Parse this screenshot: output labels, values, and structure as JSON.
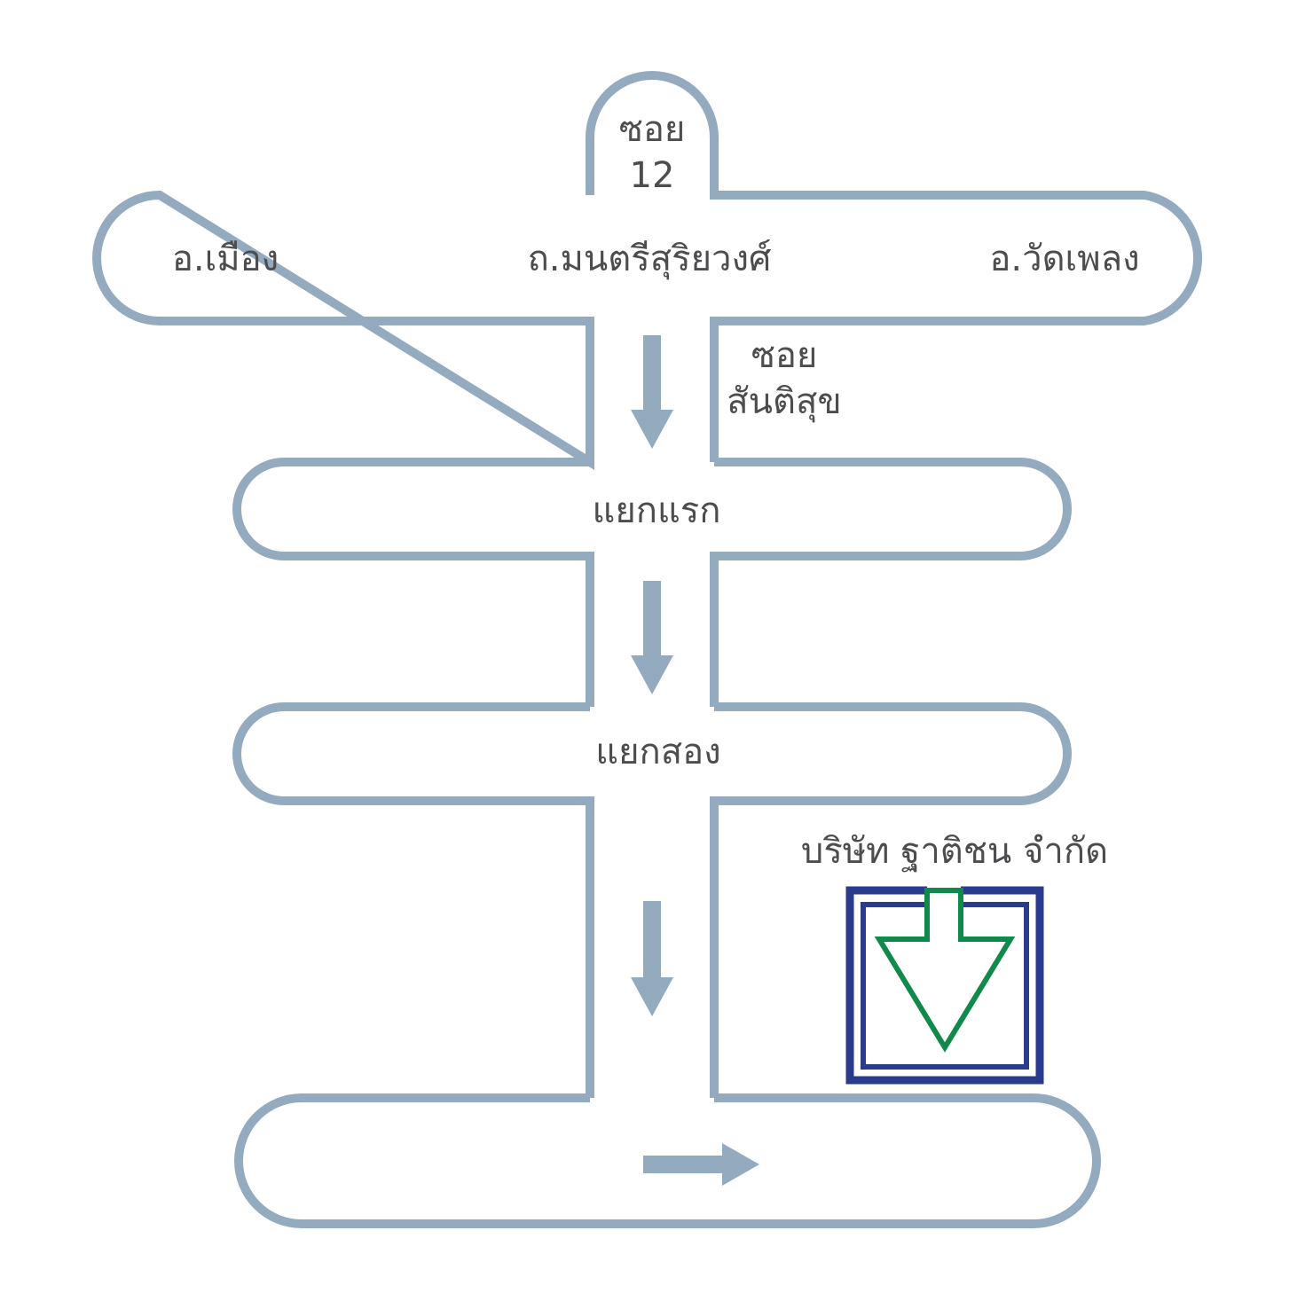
{
  "colors": {
    "background": "#ffffff",
    "road": "#94aabf",
    "text": "#4d4d4f",
    "logo_blue": "#2a3a8c",
    "logo_green": "#0f8a4a"
  },
  "labels": {
    "soi12_line1": "ซอย",
    "soi12_line2": "12",
    "left_district": "อ.เมือง",
    "main_road": "ถ.มนตรีสุริยวงศ์",
    "right_district": "อ.วัดเพลง",
    "santisuk_line1": "ซอย",
    "santisuk_line2": "สันติสุข",
    "first_junction": "แยกแรก",
    "second_junction": "แยกสอง",
    "company": "บริษัท ฐาติชน จำกัด"
  },
  "arrows": [
    {
      "direction": "down"
    },
    {
      "direction": "down"
    },
    {
      "direction": "down"
    },
    {
      "direction": "right"
    }
  ],
  "logo": {
    "icon": "company-logo-icon",
    "shape": "down-arrow-in-square"
  }
}
